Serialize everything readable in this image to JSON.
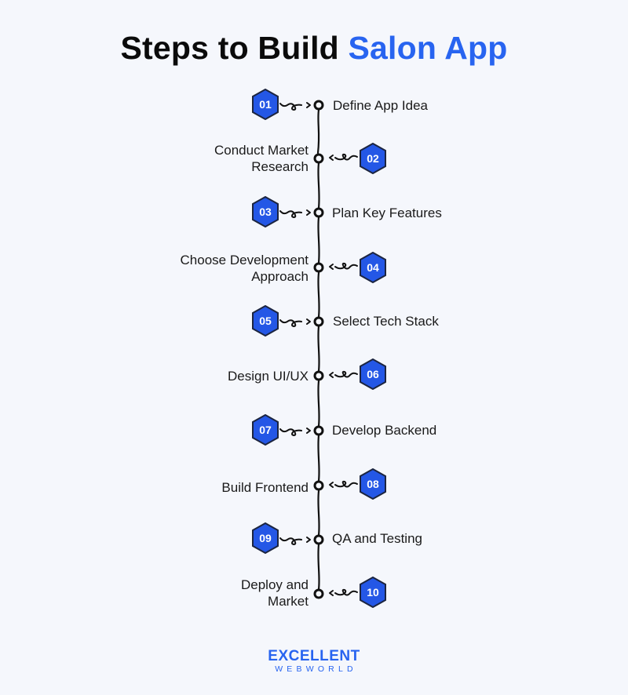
{
  "header": {
    "title_prefix": "Steps to Build ",
    "title_accent": "Salon App"
  },
  "colors": {
    "accent": "#2864f0",
    "background": "#f5f7fc",
    "badge_fill": "#2457e6",
    "badge_border": "#1c2540",
    "line": "#111111"
  },
  "steps": [
    {
      "number": "01",
      "label": "Define App Idea",
      "side": "right"
    },
    {
      "number": "02",
      "label": "Conduct Market Research",
      "line1": "Conduct Market",
      "line2": "Research",
      "side": "left"
    },
    {
      "number": "03",
      "label": "Plan Key Features",
      "side": "right"
    },
    {
      "number": "04",
      "label": "Choose Development Approach",
      "line1": "Choose Development",
      "line2": "Approach",
      "side": "left"
    },
    {
      "number": "05",
      "label": "Select Tech Stack",
      "side": "right"
    },
    {
      "number": "06",
      "label": "Design UI/UX",
      "side": "left"
    },
    {
      "number": "07",
      "label": "Develop Backend",
      "side": "right"
    },
    {
      "number": "08",
      "label": "Build Frontend",
      "side": "left"
    },
    {
      "number": "09",
      "label": "QA and Testing",
      "side": "right"
    },
    {
      "number": "10",
      "label": "Deploy and Market",
      "line1": "Deploy and",
      "line2": "Market",
      "side": "left"
    }
  ],
  "logo": {
    "line1": "EXCELLENT",
    "line2": "WEBWORLD"
  }
}
